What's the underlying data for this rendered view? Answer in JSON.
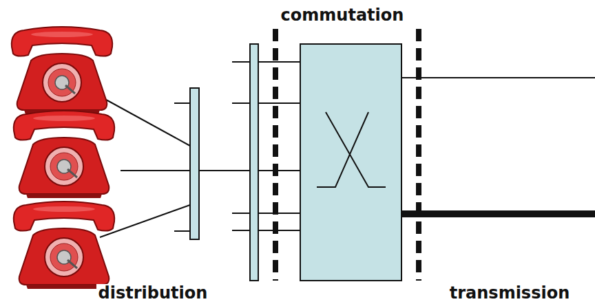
{
  "diagram": {
    "labels": [
      "commutation",
      "distribution",
      "transmission"
    ]
  }
}
